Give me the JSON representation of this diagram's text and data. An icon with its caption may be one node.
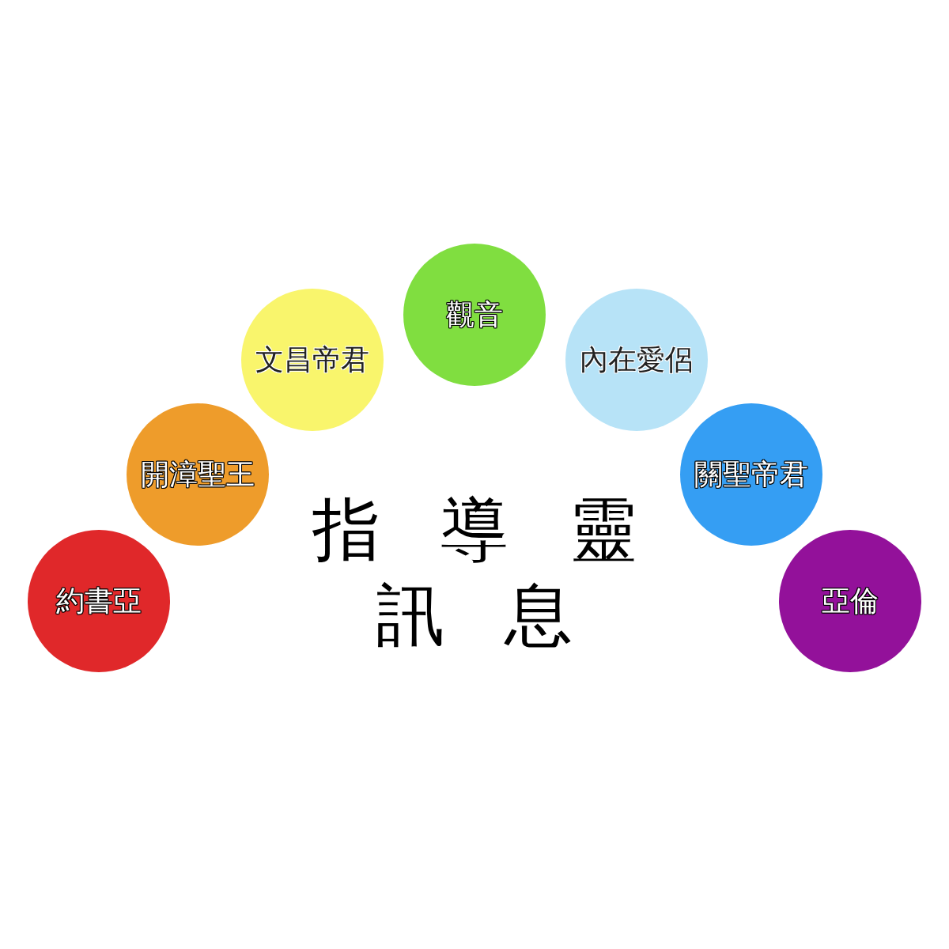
{
  "diagram": {
    "title": "指導靈訊息",
    "nodes": [
      {
        "text": [
          "約書亞"
        ]
      },
      {
        "text": [
          "開漳聖王"
        ]
      },
      {
        "text": [
          "文昌帝君"
        ]
      },
      {
        "text": [
          "觀音"
        ]
      },
      {
        "text": [
          "內在愛侶"
        ]
      },
      {
        "text": [
          "關聖帝君"
        ]
      },
      {
        "text": [
          "亞倫"
        ]
      }
    ]
  }
}
